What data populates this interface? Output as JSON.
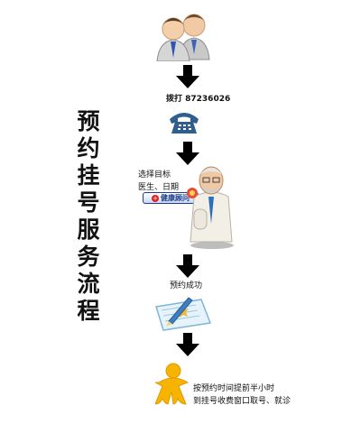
{
  "flow": {
    "title": "预约挂号服务流程",
    "steps": [
      {
        "text": "拨打 87236026",
        "icon": "phone-icon"
      },
      {
        "line1": "选择目标",
        "line2": "医生、日期",
        "badge": "健康顾问",
        "icon": "doctor-icon"
      },
      {
        "text": "预约成功",
        "icon": "document-pen-icon"
      },
      {
        "line1": "按预约时间提前半小时",
        "line2": "到挂号收费窗口取号、就诊",
        "icon": "person-icon"
      }
    ],
    "start_icon": "users-icon",
    "colors": {
      "arrow": "#000000",
      "phone": "#2f5e8f",
      "user_blue": "#3b63b5"
    }
  }
}
